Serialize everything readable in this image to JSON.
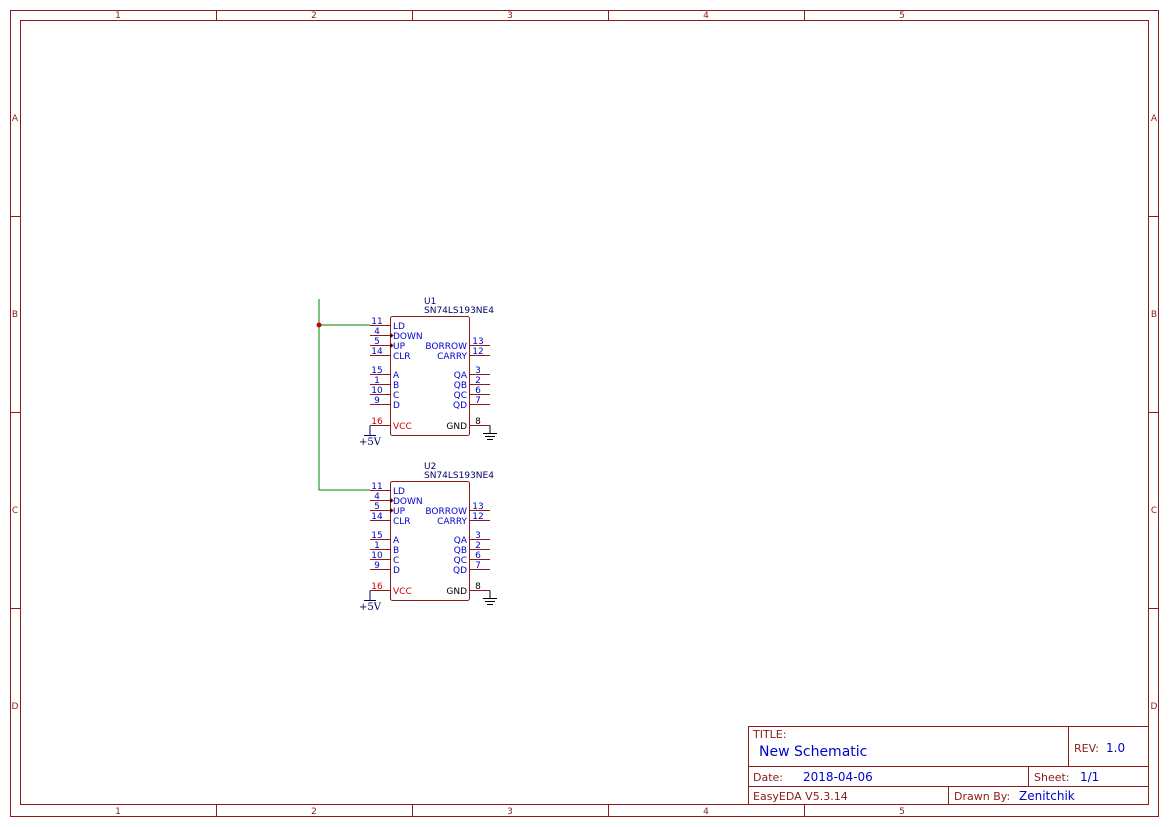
{
  "frame": {
    "columns": [
      "1",
      "2",
      "3",
      "4",
      "5"
    ],
    "rows": [
      "A",
      "B",
      "C",
      "D"
    ]
  },
  "components": [
    {
      "ref": "U1",
      "part": "SN74LS193NE4",
      "left_pins": [
        {
          "num": "11",
          "name": "LD"
        },
        {
          "num": "4",
          "name": "DOWN"
        },
        {
          "num": "5",
          "name": "UP"
        },
        {
          "num": "14",
          "name": "CLR"
        },
        {
          "num": "15",
          "name": "A"
        },
        {
          "num": "1",
          "name": "B"
        },
        {
          "num": "10",
          "name": "C"
        },
        {
          "num": "9",
          "name": "D"
        },
        {
          "num": "16",
          "name": "VCC"
        }
      ],
      "right_pins": [
        {
          "num": "13",
          "name": "BORROW"
        },
        {
          "num": "12",
          "name": "CARRY"
        },
        {
          "num": "3",
          "name": "QA"
        },
        {
          "num": "2",
          "name": "QB"
        },
        {
          "num": "6",
          "name": "QC"
        },
        {
          "num": "7",
          "name": "QD"
        },
        {
          "num": "8",
          "name": "GND"
        }
      ],
      "power_label": "+5V"
    },
    {
      "ref": "U2",
      "part": "SN74LS193NE4",
      "left_pins": [
        {
          "num": "11",
          "name": "LD"
        },
        {
          "num": "4",
          "name": "DOWN"
        },
        {
          "num": "5",
          "name": "UP"
        },
        {
          "num": "14",
          "name": "CLR"
        },
        {
          "num": "15",
          "name": "A"
        },
        {
          "num": "1",
          "name": "B"
        },
        {
          "num": "10",
          "name": "C"
        },
        {
          "num": "9",
          "name": "D"
        },
        {
          "num": "16",
          "name": "VCC"
        }
      ],
      "right_pins": [
        {
          "num": "13",
          "name": "BORROW"
        },
        {
          "num": "12",
          "name": "CARRY"
        },
        {
          "num": "3",
          "name": "QA"
        },
        {
          "num": "2",
          "name": "QB"
        },
        {
          "num": "6",
          "name": "QC"
        },
        {
          "num": "7",
          "name": "QD"
        },
        {
          "num": "8",
          "name": "GND"
        }
      ],
      "power_label": "+5V"
    }
  ],
  "title_block": {
    "title_label": "TITLE:",
    "title": "New Schematic",
    "rev_label": "REV:",
    "rev": "1.0",
    "date_label": "Date:",
    "date": "2018-04-06",
    "sheet_label": "Sheet:",
    "sheet": "1/1",
    "software": "EasyEDA V5.3.14",
    "drawn_by_label": "Drawn By:",
    "drawn_by": "Zenitchik"
  },
  "colors": {
    "frame": "#8b1a1a",
    "pin_text": "#0000cc",
    "vcc": "#cc0000",
    "wire": "#008000",
    "junction": "#cc0000"
  }
}
